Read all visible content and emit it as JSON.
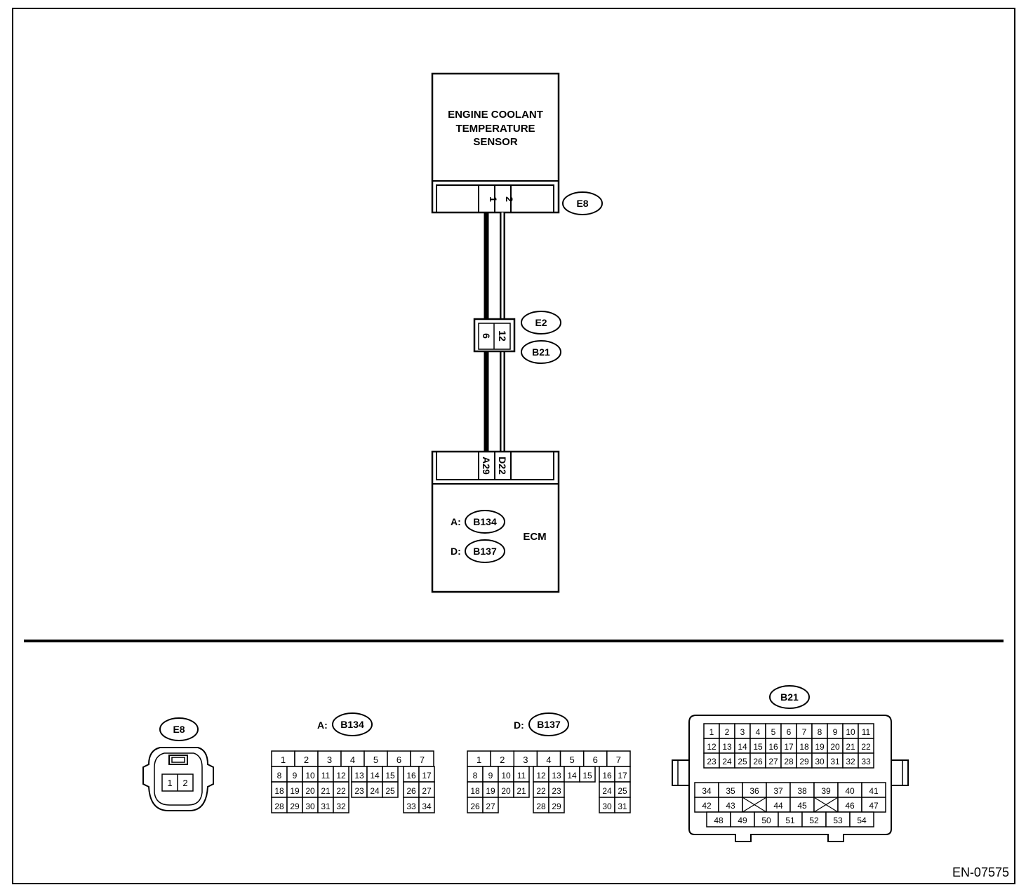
{
  "sensor": {
    "label_lines": [
      "ENGINE COOLANT",
      "TEMPERATURE",
      "SENSOR"
    ],
    "connector": "E8",
    "pins": [
      "1",
      "2"
    ]
  },
  "joint": {
    "connector_top": "E2",
    "connector_bottom": "B21",
    "pins": [
      "6",
      "12"
    ]
  },
  "ecm": {
    "label": "ECM",
    "pins": [
      "A29",
      "D22"
    ],
    "refs": [
      {
        "prefix": "A:",
        "connector": "B134"
      },
      {
        "prefix": "D:",
        "connector": "B137"
      }
    ]
  },
  "connector_views": {
    "e8": {
      "label": "E8",
      "pins": [
        "1",
        "2"
      ]
    },
    "b134": {
      "label": "A:",
      "connector": "B134",
      "rows": [
        [
          "1",
          "",
          "2",
          "",
          "3",
          "",
          "4",
          "",
          "5",
          "",
          "6",
          "",
          "7"
        ],
        [
          "8",
          "9",
          "10",
          "11",
          "12",
          "",
          "13",
          "14",
          "15",
          "",
          "16",
          "17"
        ],
        [
          "18",
          "19",
          "20",
          "21",
          "22",
          "",
          "23",
          "24",
          "25",
          "",
          "26",
          "27"
        ],
        [
          "28",
          "29",
          "30",
          "31",
          "32",
          "",
          "33",
          "34"
        ]
      ]
    },
    "b137": {
      "label": "D:",
      "connector": "B137",
      "rows": [
        [
          "1",
          "2",
          "3",
          "4",
          "5",
          "6",
          "7"
        ],
        [
          "8",
          "9",
          "10",
          "11",
          "12",
          "13",
          "14",
          "15",
          "16",
          "17"
        ],
        [
          "18",
          "19",
          "20",
          "21",
          "22",
          "23",
          "24",
          "25"
        ],
        [
          "26",
          "27",
          "28",
          "29",
          "30",
          "31"
        ]
      ]
    },
    "b21": {
      "label": "B21",
      "row1": [
        "1",
        "2",
        "3",
        "4",
        "5",
        "6",
        "7",
        "8",
        "9",
        "10",
        "11"
      ],
      "row2": [
        "12",
        "13",
        "14",
        "15",
        "16",
        "17",
        "18",
        "19",
        "20",
        "21",
        "22"
      ],
      "row3": [
        "23",
        "24",
        "25",
        "26",
        "27",
        "28",
        "29",
        "30",
        "31",
        "32",
        "33"
      ],
      "row4": [
        "34",
        "35",
        "36",
        "37",
        "38",
        "39",
        "40",
        "41"
      ],
      "row5": [
        "42",
        "43",
        "",
        "44",
        "45",
        "",
        "46",
        "47"
      ],
      "row6": [
        "48",
        "49",
        "50",
        "51",
        "52",
        "53",
        "54"
      ]
    }
  },
  "diagram_id": "EN-07575"
}
